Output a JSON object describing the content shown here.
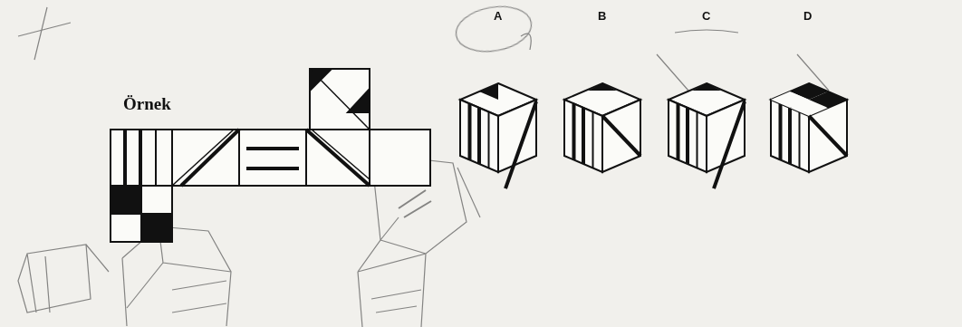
{
  "diagram": {
    "labels": [
      "Örnek",
      "A",
      "B",
      "C",
      "D"
    ]
  }
}
